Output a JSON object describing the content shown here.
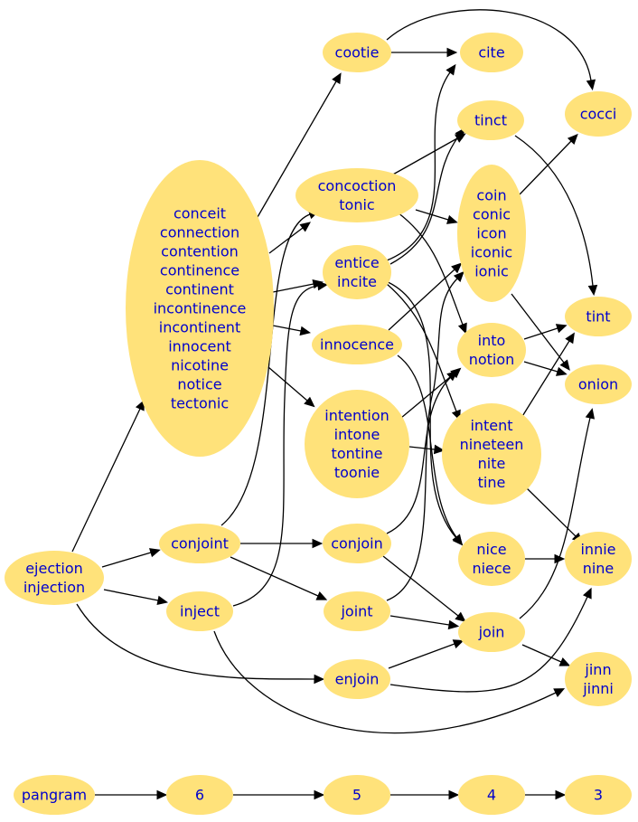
{
  "nodes": [
    {
      "id": "cootie",
      "lines": [
        "cootie"
      ]
    },
    {
      "id": "cite",
      "lines": [
        "cite"
      ]
    },
    {
      "id": "cocci",
      "lines": [
        "cocci"
      ]
    },
    {
      "id": "tinct",
      "lines": [
        "tinct"
      ]
    },
    {
      "id": "concoction",
      "lines": [
        "concoction",
        "tonic"
      ]
    },
    {
      "id": "coin",
      "lines": [
        "coin",
        "conic",
        "icon",
        "iconic",
        "ionic"
      ]
    },
    {
      "id": "conceit",
      "lines": [
        "conceit",
        "connection",
        "contention",
        "continence",
        "continent",
        "incontinence",
        "incontinent",
        "innocent",
        "nicotine",
        "notice",
        "tectonic"
      ]
    },
    {
      "id": "entice",
      "lines": [
        "entice",
        "incite"
      ]
    },
    {
      "id": "tint",
      "lines": [
        "tint"
      ]
    },
    {
      "id": "innocence",
      "lines": [
        "innocence"
      ]
    },
    {
      "id": "into",
      "lines": [
        "into",
        "notion"
      ]
    },
    {
      "id": "onion",
      "lines": [
        "onion"
      ]
    },
    {
      "id": "intention",
      "lines": [
        "intention",
        "intone",
        "tontine",
        "toonie"
      ]
    },
    {
      "id": "intent",
      "lines": [
        "intent",
        "nineteen",
        "nite",
        "tine"
      ]
    },
    {
      "id": "conjoint",
      "lines": [
        "conjoint"
      ]
    },
    {
      "id": "conjoin",
      "lines": [
        "conjoin"
      ]
    },
    {
      "id": "nice",
      "lines": [
        "nice",
        "niece"
      ]
    },
    {
      "id": "innie",
      "lines": [
        "innie",
        "nine"
      ]
    },
    {
      "id": "ejection",
      "lines": [
        "ejection",
        "injection"
      ]
    },
    {
      "id": "inject",
      "lines": [
        "inject"
      ]
    },
    {
      "id": "joint",
      "lines": [
        "joint"
      ]
    },
    {
      "id": "join",
      "lines": [
        "join"
      ]
    },
    {
      "id": "enjoin",
      "lines": [
        "enjoin"
      ]
    },
    {
      "id": "jinn",
      "lines": [
        "jinn",
        "jinni"
      ]
    },
    {
      "id": "pangram",
      "lines": [
        "pangram"
      ]
    },
    {
      "id": "rank6",
      "lines": [
        "6"
      ]
    },
    {
      "id": "rank5",
      "lines": [
        "5"
      ]
    },
    {
      "id": "rank4",
      "lines": [
        "4"
      ]
    },
    {
      "id": "rank3",
      "lines": [
        "3"
      ]
    }
  ],
  "edges": [
    {
      "from": "cootie",
      "to": "cite"
    },
    {
      "from": "cootie",
      "to": "cocci"
    },
    {
      "from": "conceit",
      "to": "cootie"
    },
    {
      "from": "conceit",
      "to": "concoction"
    },
    {
      "from": "conceit",
      "to": "entice"
    },
    {
      "from": "conceit",
      "to": "innocence"
    },
    {
      "from": "conceit",
      "to": "intention"
    },
    {
      "from": "concoction",
      "to": "tinct"
    },
    {
      "from": "concoction",
      "to": "coin"
    },
    {
      "from": "concoction",
      "to": "into"
    },
    {
      "from": "entice",
      "to": "cite"
    },
    {
      "from": "entice",
      "to": "tinct"
    },
    {
      "from": "entice",
      "to": "intent"
    },
    {
      "from": "entice",
      "to": "nice"
    },
    {
      "from": "tinct",
      "to": "tint"
    },
    {
      "from": "coin",
      "to": "cocci"
    },
    {
      "from": "coin",
      "to": "onion"
    },
    {
      "from": "innocence",
      "to": "coin"
    },
    {
      "from": "innocence",
      "to": "nice"
    },
    {
      "from": "intention",
      "to": "into"
    },
    {
      "from": "intention",
      "to": "intent"
    },
    {
      "from": "into",
      "to": "tint"
    },
    {
      "from": "into",
      "to": "onion"
    },
    {
      "from": "intent",
      "to": "tint"
    },
    {
      "from": "intent",
      "to": "innie"
    },
    {
      "from": "ejection",
      "to": "conceit"
    },
    {
      "from": "ejection",
      "to": "conjoint"
    },
    {
      "from": "ejection",
      "to": "inject"
    },
    {
      "from": "ejection",
      "to": "enjoin"
    },
    {
      "from": "conjoint",
      "to": "concoction"
    },
    {
      "from": "conjoint",
      "to": "conjoin"
    },
    {
      "from": "conjoint",
      "to": "joint"
    },
    {
      "from": "inject",
      "to": "entice"
    },
    {
      "from": "inject",
      "to": "jinn"
    },
    {
      "from": "conjoin",
      "to": "into"
    },
    {
      "from": "conjoin",
      "to": "join"
    },
    {
      "from": "joint",
      "to": "coin"
    },
    {
      "from": "joint",
      "to": "join"
    },
    {
      "from": "nice",
      "to": "innie"
    },
    {
      "from": "join",
      "to": "onion"
    },
    {
      "from": "join",
      "to": "jinn"
    },
    {
      "from": "enjoin",
      "to": "join"
    },
    {
      "from": "enjoin",
      "to": "innie"
    },
    {
      "from": "pangram",
      "to": "rank6"
    },
    {
      "from": "rank6",
      "to": "rank5"
    },
    {
      "from": "rank5",
      "to": "rank4"
    },
    {
      "from": "rank4",
      "to": "rank3"
    }
  ],
  "colors": {
    "node_fill": "#ffe27a",
    "label": "#0000cc",
    "edge": "#000000",
    "background": "#ffffff"
  }
}
